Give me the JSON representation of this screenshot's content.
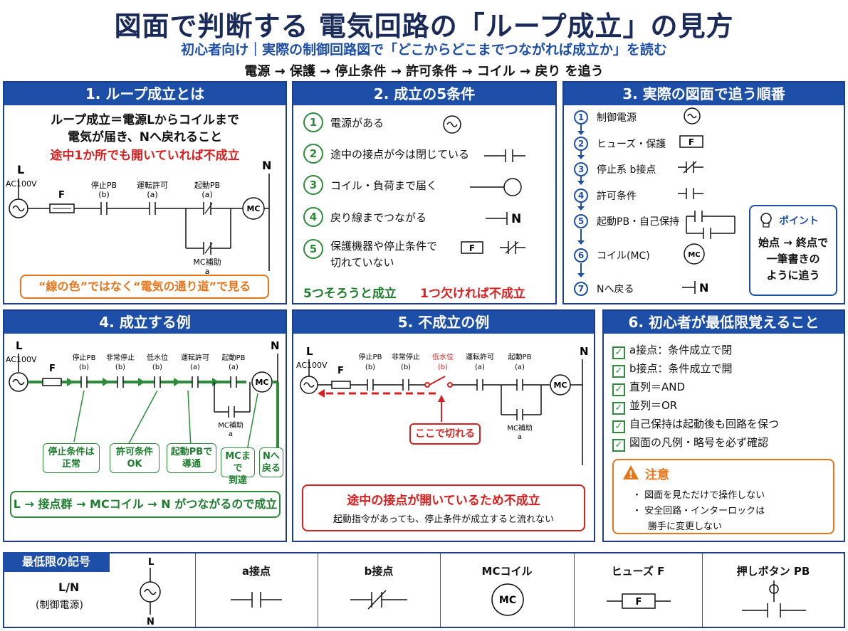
{
  "header": {
    "title": "図面で判断する 電気回路の「ループ成立」の見方",
    "subtitle": "初心者向け｜実際の制御回路図で「どこからどこまでつながれば成立か」を読む",
    "flow": "電源 → 保護 → 停止条件 → 許可条件 → コイル → 戻り を追う"
  },
  "p1": {
    "title": "1. ループ成立とは",
    "line1": "ループ成立＝電源Lからコイルまで",
    "line2": "電気が届き、Nへ戻れること",
    "warn": "途中1か所でも開いていれば不成立",
    "L": "L",
    "N": "N",
    "ac": "AC100V",
    "F": "F",
    "stop": "停止PB",
    "stop_t": "(b)",
    "perm": "運転許可",
    "perm_t": "(a)",
    "start": "起動PB",
    "start_t": "(a)",
    "mc": "MC",
    "aux": "MC補助",
    "aux_t": "a",
    "note": "“線の色”ではなく“電気の通り道”で見る"
  },
  "p2": {
    "title": "2. 成立の5条件",
    "items": [
      {
        "n": "1",
        "text": "電源がある"
      },
      {
        "n": "2",
        "text": "途中の接点が今は閉じている"
      },
      {
        "n": "3",
        "text": "コイル・負荷まで届く"
      },
      {
        "n": "4",
        "text": "戻り線までつながる"
      },
      {
        "n": "5",
        "text": "保護機器や停止条件で",
        "text2": "切れていない"
      }
    ],
    "n_label": "N",
    "f_label": "F",
    "ok": "5つそろうと成立",
    "ng": "1つ欠ければ不成立"
  },
  "p3": {
    "title": "3. 実際の図面で追う順番",
    "steps": [
      {
        "n": "1",
        "text": "制御電源"
      },
      {
        "n": "2",
        "text": "ヒューズ・保護"
      },
      {
        "n": "3",
        "text": "停止系 b接点"
      },
      {
        "n": "4",
        "text": "許可条件"
      },
      {
        "n": "5",
        "text": "起動PB・自己保持"
      },
      {
        "n": "6",
        "text": "コイル(MC)"
      },
      {
        "n": "7",
        "text": "Nへ戻る"
      }
    ],
    "f_label": "F",
    "mc": "MC",
    "n_label": "N",
    "point_title": "ポイント",
    "point_lines": [
      "始点 → 終点で",
      "一筆書きの",
      "ように追う"
    ]
  },
  "p4": {
    "title": "4. 成立する例",
    "L": "L",
    "N": "N",
    "ac": "AC100V",
    "F": "F",
    "labels": [
      "停止PB",
      "非常停止",
      "低水位",
      "運転許可",
      "起動PB"
    ],
    "types": [
      "(b)",
      "(b)",
      "(b)",
      "(a)",
      "(a)"
    ],
    "mc": "MC",
    "aux": "MC補助",
    "aux_t": "a",
    "notes": [
      {
        "l1": "停止条件は",
        "l2": "正常"
      },
      {
        "l1": "許可条件",
        "l2": "OK"
      },
      {
        "l1": "起動PBで",
        "l2": "導通"
      },
      {
        "l1": "MCまで",
        "l2": "到達"
      },
      {
        "l1": "Nへ",
        "l2": "戻る"
      }
    ],
    "summary": "L → 接点群 → MCコイル → N がつながるので成立"
  },
  "p5": {
    "title": "5. 不成立の例",
    "L": "L",
    "N": "N",
    "ac": "AC100V",
    "F": "F",
    "labels": [
      "停止PB",
      "非常停止",
      "低水位",
      "運転許可",
      "起動PB"
    ],
    "types": [
      "(b)",
      "(b)",
      "(b)",
      "(a)",
      "(a)"
    ],
    "mc": "MC",
    "aux": "MC補助",
    "aux_t": "a",
    "cut": "ここで切れる",
    "summary1": "途中の接点が開いているため不成立",
    "summary2": "起動指令があっても、停止条件が成立すると流れない"
  },
  "p6": {
    "title": "6. 初心者が最低限覚えること",
    "checks": [
      "a接点：条件成立で閉",
      "b接点：条件成立で開",
      "直列＝AND",
      "並列＝OR",
      "自己保持は起動後も回路を保つ",
      "図面の凡例・略号を必ず確認"
    ],
    "caution_title": "注意",
    "caution_items": [
      "図面を見ただけで操作しない",
      "安全回路・インターロックは",
      "勝手に変更しない"
    ]
  },
  "legend": {
    "title": "最低限の記号",
    "ln": "L/N",
    "ln_sub": "(制御電源)",
    "L": "L",
    "N": "N",
    "a": "a接点",
    "b": "b接点",
    "mc": "MCコイル",
    "mc_text": "MC",
    "fuse": "ヒューズ F",
    "fuse_text": "F",
    "pb": "押しボタン PB"
  },
  "colors": {
    "navy": "#1d4ea8",
    "green": "#2e8b3c",
    "red": "#d81f1f",
    "orange": "#e8751a"
  }
}
